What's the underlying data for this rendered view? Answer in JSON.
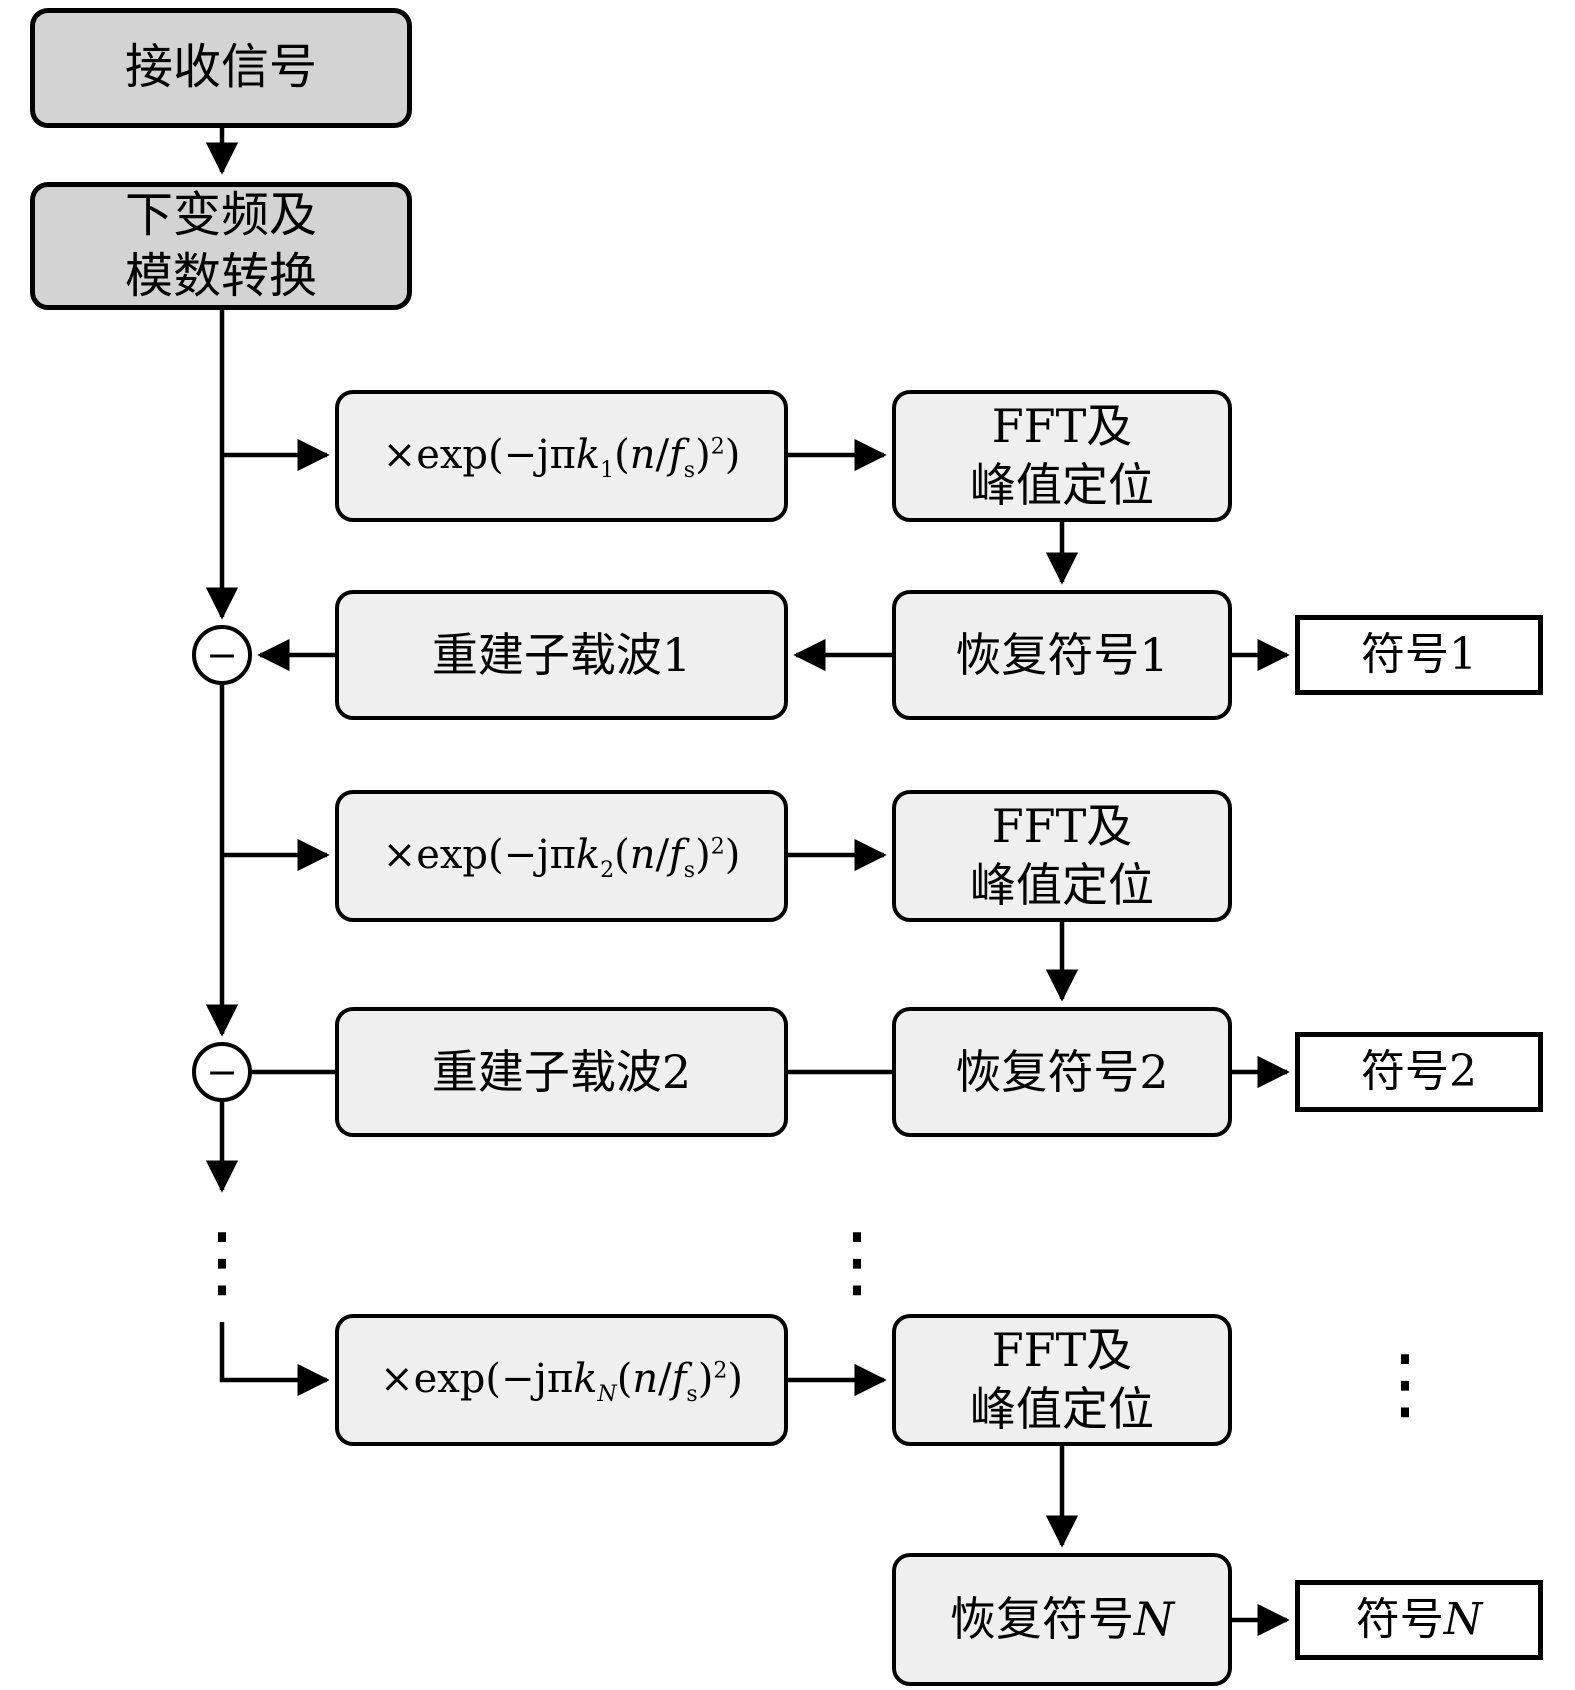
{
  "diagram_title": "multi-subcarrier chirp receiver flowchart",
  "nodes": {
    "receive": "接收信号",
    "downconvert_line1": "下变频及",
    "downconvert_line2": "模数转换",
    "fft_line1": "FFT及",
    "fft_line2": "峰值定位",
    "rebuild_prefix": "重建子载波",
    "recover_prefix": "恢复符号",
    "symbol_prefix": "符号",
    "minus": "−",
    "ellipsis": "⋮"
  },
  "formula": {
    "pre": "×exp(−jπ",
    "k": "k",
    "open": "(",
    "n": "n",
    "slash": "/",
    "f": "f",
    "fsub": "s",
    "close": ")",
    "square": "2",
    "end": ")"
  },
  "rows": [
    {
      "index": "1"
    },
    {
      "index": "2"
    },
    {
      "index": "N"
    }
  ],
  "colors": {
    "box_dark_fill": "#d3d3d3",
    "box_light_fill": "#efefef",
    "box_white_fill": "#ffffff",
    "stroke": "#000000",
    "background": "#ffffff"
  }
}
